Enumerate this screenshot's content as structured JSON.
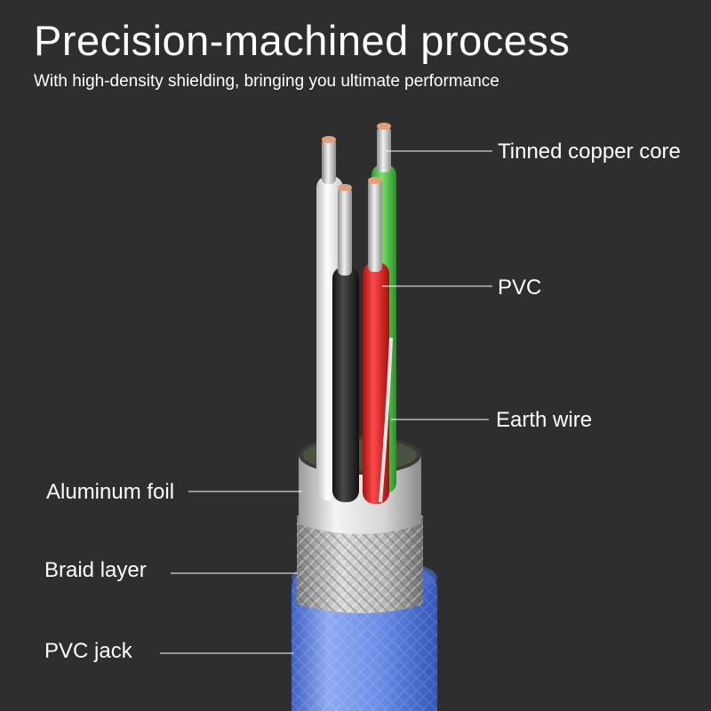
{
  "header": {
    "title": "Precision-machined process",
    "subtitle": "With high-density shielding, bringing you ultimate performance"
  },
  "labels": {
    "tinned_copper_core": "Tinned copper core",
    "pvc": "PVC",
    "earth_wire": "Earth wire",
    "aluminum_foil": "Aluminum foil",
    "braid_layer": "Braid layer",
    "pvc_jack": "PVC jack"
  },
  "colors": {
    "background": "#2e2e2e",
    "jacket": "#5b7fe0",
    "foil": "#d9d9d9",
    "braid": "#b5b5b5",
    "wire_white": "#ececec",
    "wire_black": "#1e1e1e",
    "wire_red": "#d81e1e",
    "wire_green": "#3fbf3a",
    "copper": "#c9c9c9"
  }
}
